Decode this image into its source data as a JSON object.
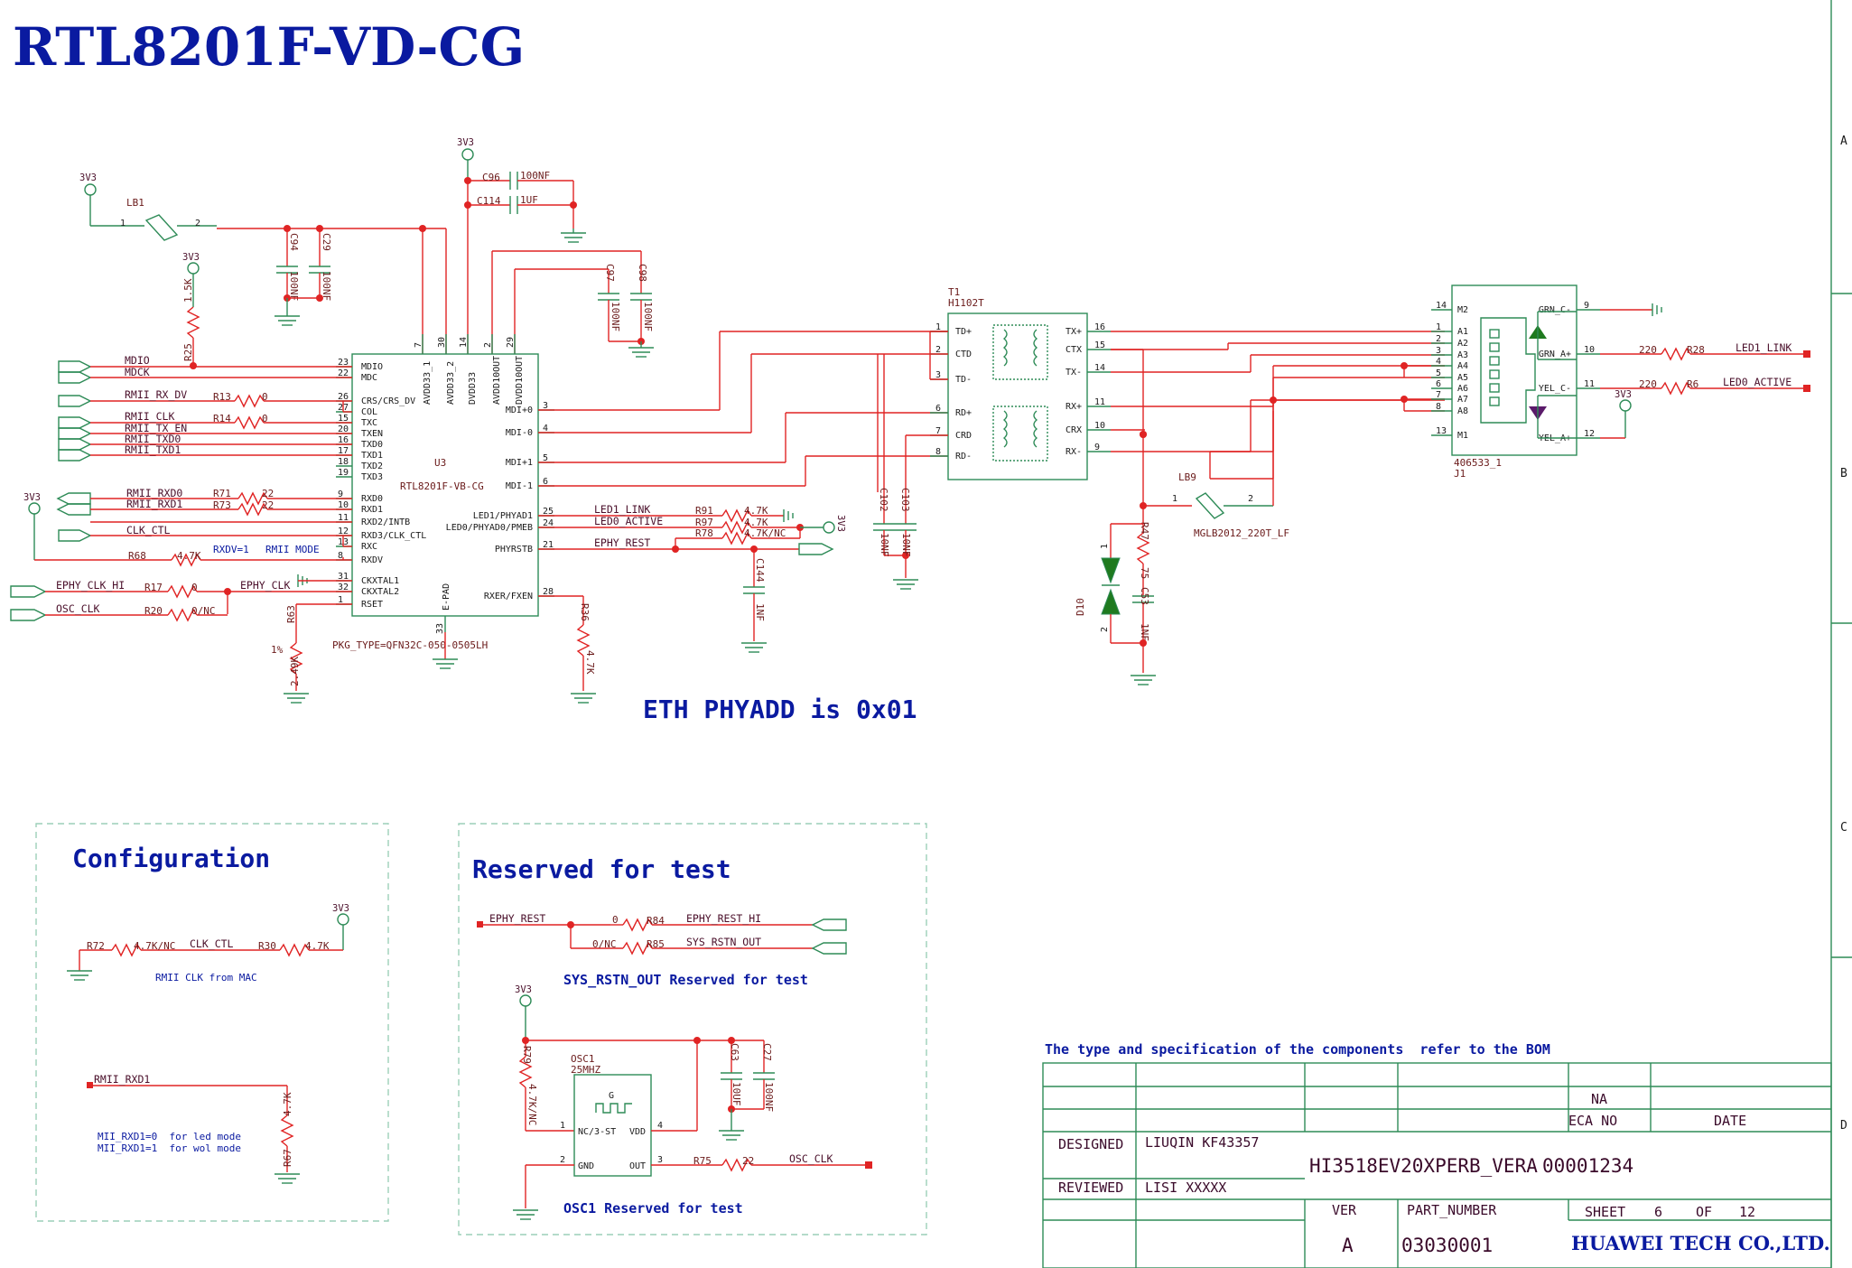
{
  "title": "RTL8201F-VD-CG",
  "phy_note": "ETH PHYADD is 0x01",
  "power_net": "3V3",
  "border_rows": [
    "A",
    "B",
    "C",
    "D"
  ],
  "u3": {
    "ref": "U3",
    "value": "RTL8201F-VB-CG",
    "pkg": "PKG_TYPE=QFN32C-050-0505LH",
    "top_pins": [
      {
        "num": "7",
        "name": "AVDD33_1"
      },
      {
        "num": "30",
        "name": "AVDD33_2"
      },
      {
        "num": "14",
        "name": "DVDD33"
      },
      {
        "num": "2",
        "name": "AVDD10OUT"
      },
      {
        "num": "29",
        "name": "DVDD10OUT"
      }
    ],
    "left_pins": [
      {
        "num": "23",
        "name": "MDIO"
      },
      {
        "num": "22",
        "name": "MDC"
      },
      {
        "num": "26",
        "name": "CRS/CRS_DV"
      },
      {
        "num": "27",
        "name": "COL"
      },
      {
        "num": "15",
        "name": "TXC"
      },
      {
        "num": "20",
        "name": "TXEN"
      },
      {
        "num": "16",
        "name": "TXD0"
      },
      {
        "num": "17",
        "name": "TXD1"
      },
      {
        "num": "18",
        "name": "TXD2"
      },
      {
        "num": "19",
        "name": "TXD3"
      },
      {
        "num": "9",
        "name": "RXD0"
      },
      {
        "num": "10",
        "name": "RXD1"
      },
      {
        "num": "11",
        "name": "RXD2/INTB"
      },
      {
        "num": "12",
        "name": "RXD3/CLK_CTL"
      },
      {
        "num": "13",
        "name": "RXC"
      },
      {
        "num": "8",
        "name": "RXDV"
      },
      {
        "num": "31",
        "name": "CKXTAL1"
      },
      {
        "num": "32",
        "name": "CKXTAL2"
      },
      {
        "num": "1",
        "name": "RSET"
      }
    ],
    "right_pins": [
      {
        "num": "3",
        "name": "MDI+0"
      },
      {
        "num": "4",
        "name": "MDI-0"
      },
      {
        "num": "5",
        "name": "MDI+1"
      },
      {
        "num": "6",
        "name": "MDI-1"
      },
      {
        "num": "25",
        "name": "LED1/PHYAD1"
      },
      {
        "num": "24",
        "name": "LED0/PHYAD0/PMEB"
      },
      {
        "num": "21",
        "name": "PHYRSTB"
      },
      {
        "num": "28",
        "name": "RXER/FXEN"
      }
    ],
    "bottom_pin": {
      "num": "33",
      "name": "E-PAD"
    }
  },
  "left_nets": {
    "mdio": "MDIO",
    "mdck": "MDCK",
    "rx_dv": "RMII_RX_DV",
    "clk": "RMII_CLK",
    "tx_en": "RMII_TX_EN",
    "txd0": "RMII_TXD0",
    "txd1": "RMII_TXD1",
    "rxd0": "RMII_RXD0",
    "rxd1": "RMII_RXD1",
    "clk_ctl": "CLK_CTL",
    "ephy_clk_hi": "EPHY_CLK_HI",
    "ephy_clk": "EPHY_CLK",
    "osc_clk": "OSC_CLK",
    "rxdv_note_a": "RXDV=1",
    "rxdv_note_b": "RMII MODE"
  },
  "components": {
    "lb1": {
      "ref": "LB1",
      "p1": "1",
      "p2": "2"
    },
    "c94": {
      "ref": "C94",
      "value": "100NF"
    },
    "c29": {
      "ref": "C29",
      "value": "100NF"
    },
    "c96": {
      "ref": "C96",
      "value": "100NF"
    },
    "c114": {
      "ref": "C114",
      "value": "1UF"
    },
    "c97": {
      "ref": "C97",
      "value": "100NF"
    },
    "c98": {
      "ref": "C98",
      "value": "100NF"
    },
    "r25": {
      "ref": "R25",
      "value": "1.5K"
    },
    "r13": {
      "ref": "R13",
      "value": "0"
    },
    "r14": {
      "ref": "R14",
      "value": "0"
    },
    "r71": {
      "ref": "R71",
      "value": "22"
    },
    "r73": {
      "ref": "R73",
      "value": "22"
    },
    "r68": {
      "ref": "R68",
      "value": "4.7K"
    },
    "r17": {
      "ref": "R17",
      "value": "0"
    },
    "r20": {
      "ref": "R20",
      "value": "0/NC"
    },
    "r63": {
      "ref": "R63",
      "value": "2.49K",
      "tol": "1%"
    },
    "r91": {
      "ref": "R91",
      "value": "4.7K"
    },
    "r97": {
      "ref": "R97",
      "value": "4.7K"
    },
    "r78": {
      "ref": "R78",
      "value": "4.7K/NC"
    },
    "c144": {
      "ref": "C144",
      "value": "1NF"
    },
    "r36": {
      "ref": "R36",
      "value": "4.7K"
    },
    "c102": {
      "ref": "C102",
      "value": "10NF"
    },
    "c103": {
      "ref": "C103",
      "value": "10NF"
    },
    "lb9": {
      "ref": "LB9",
      "value": "MGLB2012_220T_LF",
      "p1": "1",
      "p2": "2"
    },
    "r47": {
      "ref": "R47",
      "value": "75"
    },
    "c53": {
      "ref": "C53",
      "value": "1NF"
    },
    "d10": {
      "ref": "D10",
      "p1": "1",
      "p2": "2"
    },
    "r28": {
      "ref": "R28",
      "value": "220"
    },
    "r6": {
      "ref": "R6",
      "value": "220"
    }
  },
  "mid_nets": {
    "led1_link": "LED1_LINK",
    "led0_active": "LED0_ACTIVE",
    "ephy_rest": "EPHY_REST"
  },
  "t1": {
    "ref": "T1",
    "value": "H1102T",
    "left_pins": [
      {
        "num": "1",
        "name": "TD+"
      },
      {
        "num": "2",
        "name": "CTD"
      },
      {
        "num": "3",
        "name": "TD-"
      },
      {
        "num": "6",
        "name": "RD+"
      },
      {
        "num": "7",
        "name": "CRD"
      },
      {
        "num": "8",
        "name": "RD-"
      }
    ],
    "right_pins": [
      {
        "num": "16",
        "name": "TX+"
      },
      {
        "num": "15",
        "name": "CTX"
      },
      {
        "num": "14",
        "name": "TX-"
      },
      {
        "num": "11",
        "name": "RX+"
      },
      {
        "num": "10",
        "name": "CRX"
      },
      {
        "num": "9",
        "name": "RX-"
      }
    ]
  },
  "j1": {
    "ref": "J1",
    "value": "406533_1",
    "left_pins": [
      {
        "num": "14",
        "name": "M2"
      },
      {
        "num": "1",
        "name": "A1"
      },
      {
        "num": "2",
        "name": "A2"
      },
      {
        "num": "3",
        "name": "A3"
      },
      {
        "num": "4",
        "name": "A4"
      },
      {
        "num": "5",
        "name": "A5"
      },
      {
        "num": "6",
        "name": "A6"
      },
      {
        "num": "7",
        "name": "A7"
      },
      {
        "num": "8",
        "name": "A8"
      },
      {
        "num": "13",
        "name": "M1"
      }
    ],
    "right_pins": [
      {
        "num": "9",
        "name": "GRN_C-"
      },
      {
        "num": "10",
        "name": "GRN_A+"
      },
      {
        "num": "11",
        "name": "YEL_C-"
      },
      {
        "num": "12",
        "name": "YEL_A+"
      }
    ],
    "led1_net": "LED1_LINK",
    "led0_net": "LED0_ACTIVE"
  },
  "config": {
    "title": "Configuration",
    "r72": {
      "ref": "R72",
      "value": "4.7K/NC"
    },
    "r30": {
      "ref": "R30",
      "value": "4.7K"
    },
    "clk_ctl": "CLK_CTL",
    "note": "RMII CLK from MAC",
    "rxd1_net": "RMII_RXD1",
    "r67": {
      "ref": "R67",
      "value": "4.7K"
    },
    "mode0": "MII_RXD1=0  for led mode",
    "mode1": "MII_RXD1=1  for wol mode"
  },
  "reserved": {
    "title": "Reserved for test",
    "ephy_rest": "EPHY_REST",
    "r84": {
      "ref": "R84",
      "value": "0"
    },
    "ephy_rest_hi": "EPHY_REST_HI",
    "r85": {
      "ref": "R85",
      "value": "0/NC"
    },
    "sys_rstn_out": "SYS_RSTN_OUT",
    "sys_note": "SYS_RSTN_OUT Reserved for test",
    "osc1": {
      "ref": "OSC1",
      "value": "25MHZ",
      "g": "G",
      "p1": "NC/3-ST",
      "p2": "GND",
      "p3": "OUT",
      "p4": "VDD"
    },
    "r79": {
      "ref": "R79",
      "value": "4.7K/NC"
    },
    "c63": {
      "ref": "C63",
      "value": "10UF"
    },
    "c27": {
      "ref": "C27",
      "value": "100NF"
    },
    "r75": {
      "ref": "R75",
      "value": "22"
    },
    "osc_clk": "OSC_CLK",
    "osc_note": "OSC1 Reserved for test"
  },
  "title_block": {
    "bom_note": "The type and specification of the components  refer to the BOM",
    "na": "NA",
    "eca_no": "ECA NO",
    "date": "DATE",
    "designed_label": "DESIGNED",
    "designed_value": "LIUQIN KF43357",
    "reviewed_label": "REVIEWED",
    "reviewed_value": "LISI XXXXX",
    "project": "HI3518EV20XPERB_VERA",
    "doc_no": "00001234",
    "ver_label": "VER",
    "ver_value": "A",
    "part_label": "PART_NUMBER",
    "part_value": "03030001",
    "sheet_label": "SHEET",
    "sheet_num": "6",
    "of_label": "OF",
    "sheet_total": "12",
    "company": "HUAWEI TECH CO.,LTD."
  }
}
